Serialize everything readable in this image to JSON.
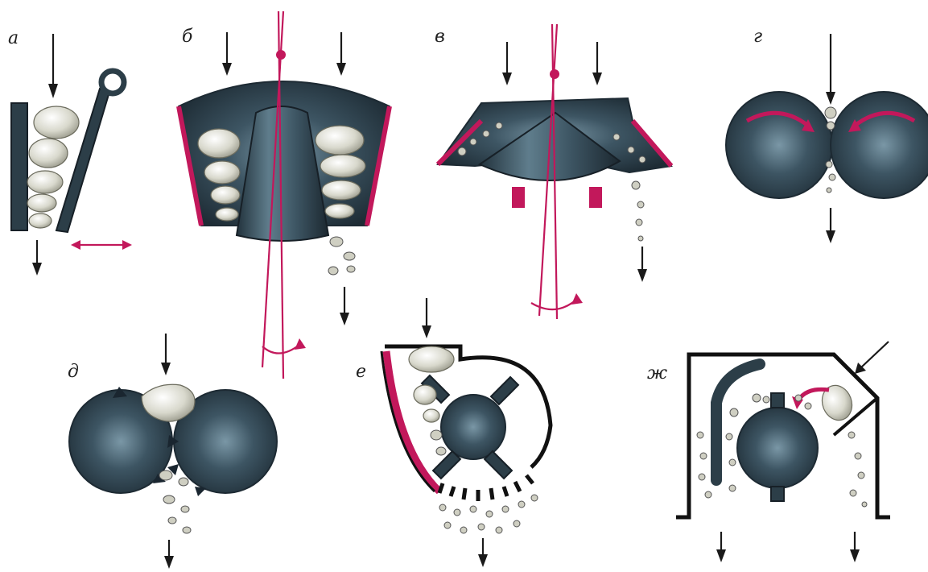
{
  "panels": [
    {
      "id": "a",
      "label": "а"
    },
    {
      "id": "b",
      "label": "б"
    },
    {
      "id": "v",
      "label": "в"
    },
    {
      "id": "g",
      "label": "г"
    },
    {
      "id": "d",
      "label": "д"
    },
    {
      "id": "e",
      "label": "е"
    },
    {
      "id": "zh",
      "label": "ж"
    }
  ],
  "colors": {
    "steel": "#3d5563",
    "steel_dark": "#2c3e48",
    "accent_red": "#c2185b",
    "stone": "#d8d8cc",
    "outline": "#111111"
  }
}
